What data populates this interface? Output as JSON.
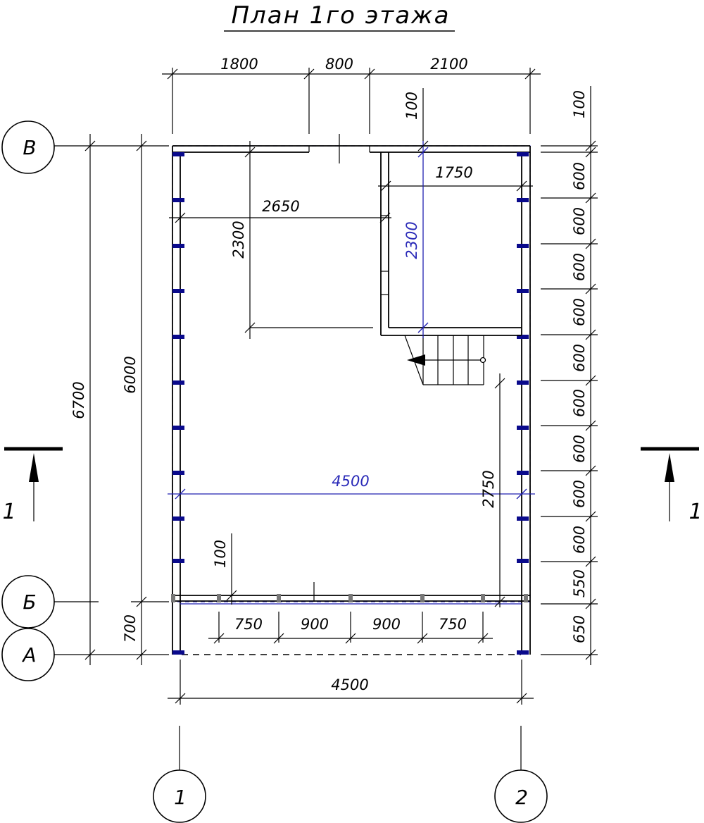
{
  "title": "План 1го этажа",
  "axes": {
    "rows": [
      "В",
      "Б",
      "А"
    ],
    "cols": [
      "1",
      "2"
    ]
  },
  "section_mark": "1",
  "dims": {
    "top": [
      "1800",
      "800",
      "2100"
    ],
    "top_right_small": "100",
    "right_edge_small": "100",
    "right_chain": [
      "600",
      "600",
      "600",
      "600",
      "600",
      "600",
      "600",
      "600",
      "600",
      "550",
      "650"
    ],
    "left_overall": "6700",
    "left_inner": "6000",
    "left_bottom": "700",
    "room_width": "2650",
    "room_height": "2300",
    "stair_width": "1750",
    "stair_height_blue": "2300",
    "building_width_blue": "4500",
    "right_inner": "2750",
    "partition_small": "100",
    "bottom_chain": [
      "750",
      "900",
      "900",
      "750"
    ],
    "bottom_overall": "4500"
  },
  "colors": {
    "line": "#000000",
    "blue": "#2a2ab8",
    "post": "#0a0a8c"
  }
}
